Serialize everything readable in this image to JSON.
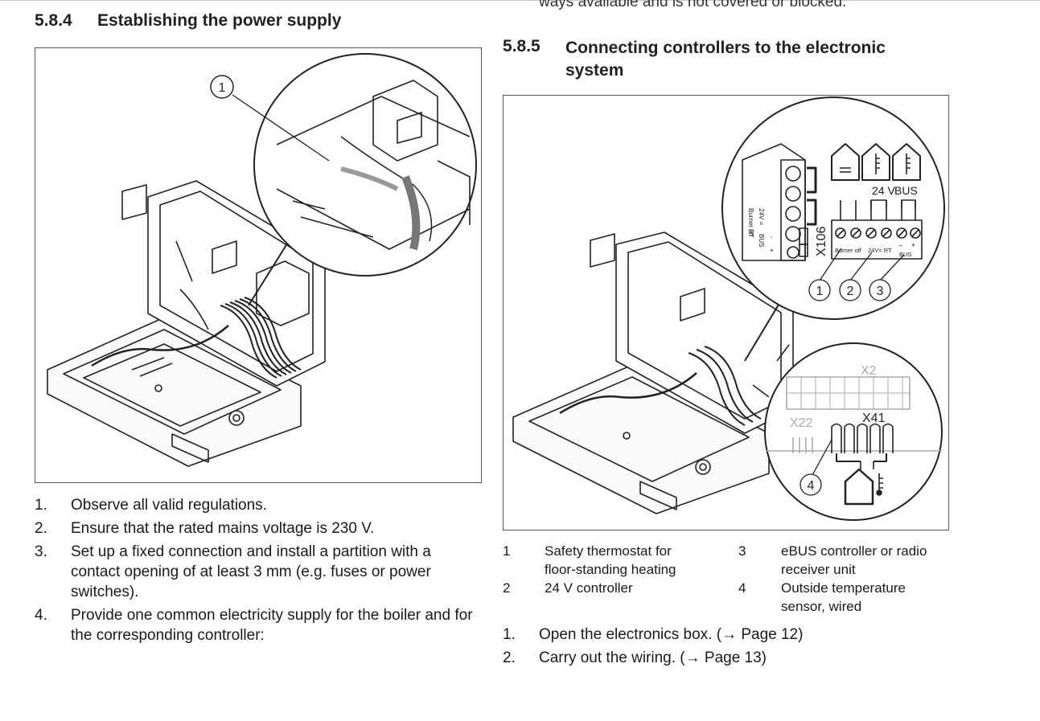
{
  "cut_text": "ways available and is not covered or blocked.",
  "left": {
    "section_number": "5.8.4",
    "section_title": "Establishing the power supply",
    "figure": {
      "callouts": [
        "1"
      ]
    },
    "steps": [
      {
        "num": "1.",
        "text": "Observe all valid regulations."
      },
      {
        "num": "2.",
        "text": "Ensure that the rated mains voltage is 230 V."
      },
      {
        "num": "3.",
        "text": "Set up a fixed connection and install a partition with a contact opening of at least 3 mm (e.g. fuses or power switches)."
      },
      {
        "num": "4.",
        "text": "Provide one common electricity supply for the boiler and for the corresponding controller:"
      }
    ]
  },
  "right": {
    "section_number": "5.8.5",
    "section_title": "Connecting controllers to the electronic system",
    "figure": {
      "connector_label": "X106",
      "voltage_label": "24 V",
      "bus_label": "BUS",
      "terminal_labels": [
        "Burner off",
        "24V= RT",
        "BUS"
      ],
      "terminal_minus": "–",
      "terminal_plus": "+",
      "side_labels": [
        "Burner off",
        "RT",
        "24V =",
        "BUS",
        "-",
        "+"
      ],
      "x2_label": "X2",
      "x22_label": "X22",
      "x41_label": "X41",
      "callouts": [
        "1",
        "2",
        "3",
        "4"
      ]
    },
    "legend": [
      {
        "num": "1",
        "text_line1": "Safety thermostat for",
        "text_line2": "floor-standing heating",
        "num2": "3",
        "text2_line1": "eBUS controller or radio",
        "text2_line2": "receiver unit"
      },
      {
        "num": "2",
        "text_line1": "24 V controller",
        "text_line2": "",
        "num2": "4",
        "text2_line1": "Outside temperature",
        "text2_line2": "sensor, wired"
      }
    ],
    "steps": [
      {
        "num": "1.",
        "text": "Open the electronics box. (→ Page 12)"
      },
      {
        "num": "2.",
        "text": "Carry out the wiring. (→ Page 13)"
      }
    ]
  }
}
